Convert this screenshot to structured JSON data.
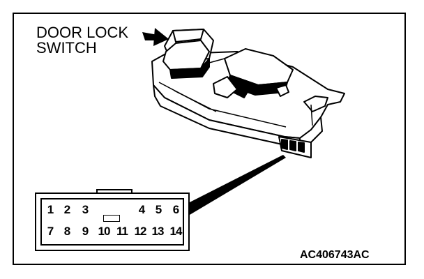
{
  "callout": {
    "line1": "DOOR LOCK",
    "line2": "SWITCH"
  },
  "figure_code": "AC406743AC",
  "connector": {
    "top_row": [
      "1",
      "2",
      "3",
      "4",
      "5",
      "6"
    ],
    "bottom_row": [
      "7",
      "8",
      "9",
      "10",
      "11",
      "12",
      "13",
      "14"
    ]
  }
}
